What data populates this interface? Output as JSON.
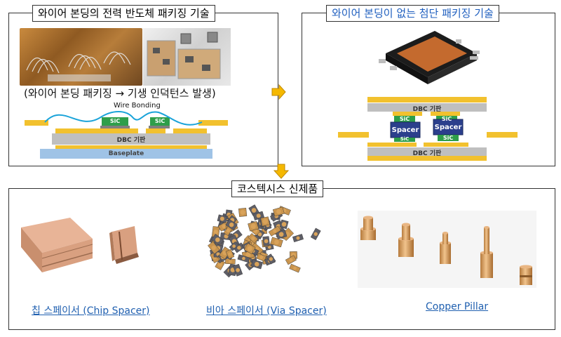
{
  "panel_left": {
    "title": "와이어 본딩의 전력 반도체 패키징 기술",
    "caption": "(와이어 본딩 패키징 → 기생 인덕턴스 발생)",
    "wire_label": "Wire Bonding",
    "sic_label": "SiC",
    "dbc_label": "DBC 기판",
    "baseplate_label": "Baseplate"
  },
  "panel_right": {
    "title": "와이어 본딩이 없는 첨단 패키징 기술",
    "dbc_top_label": "DBC 기판",
    "dbc_bottom_label": "DBC 기판",
    "sic_label": "SiC",
    "spacer_label": "Spacer"
  },
  "panel_bottom": {
    "title": "코스텍시스 신제품",
    "products": [
      {
        "label": "칩 스페이서 (Chip Spacer)"
      },
      {
        "label": "비아 스페이서 (Via Spacer)"
      },
      {
        "label": "Copper Pillar"
      }
    ]
  },
  "colors": {
    "arrow": "#f5b800",
    "gold": "#f2c12e",
    "copper": "#d9a06a",
    "sic": "#2e9e4a",
    "spacer": "#2b3f8c",
    "dbc_gray": "#bfbfbf",
    "baseplate": "#9fc3e6",
    "wire": "#1aa3d9",
    "link": "#2060b0"
  }
}
